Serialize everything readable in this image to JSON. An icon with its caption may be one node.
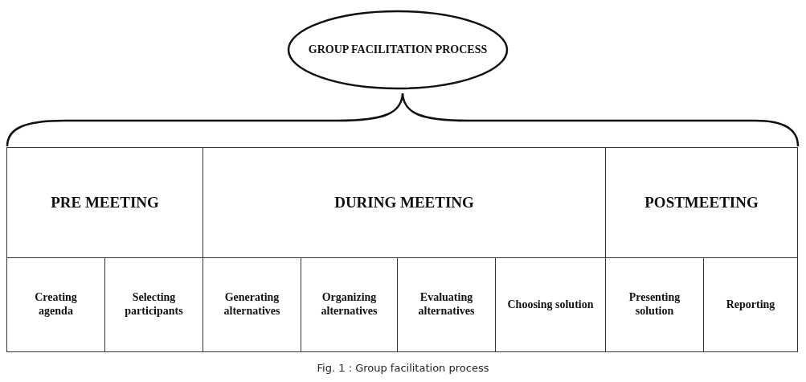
{
  "diagram": {
    "caption": "Fig. 1 : Group facilitation process",
    "nodes": [
      {
        "text": [
          "GROUP FACILITATION PROCESS"
        ]
      },
      {
        "text": [
          "PRE MEETING"
        ]
      },
      {
        "text": [
          "DURING MEETING"
        ]
      },
      {
        "text": [
          "POSTMEETING"
        ]
      },
      {
        "text": [
          "Creating agenda"
        ]
      },
      {
        "text": [
          "Selecting participants"
        ]
      },
      {
        "text": [
          "Generating alternatives"
        ]
      },
      {
        "text": [
          "Organizing alternatives"
        ]
      },
      {
        "text": [
          "Evaluating alternatives"
        ]
      },
      {
        "text": [
          "Choosing solution"
        ]
      },
      {
        "text": [
          "Presenting solution"
        ]
      },
      {
        "text": [
          "Reporting"
        ]
      }
    ]
  }
}
